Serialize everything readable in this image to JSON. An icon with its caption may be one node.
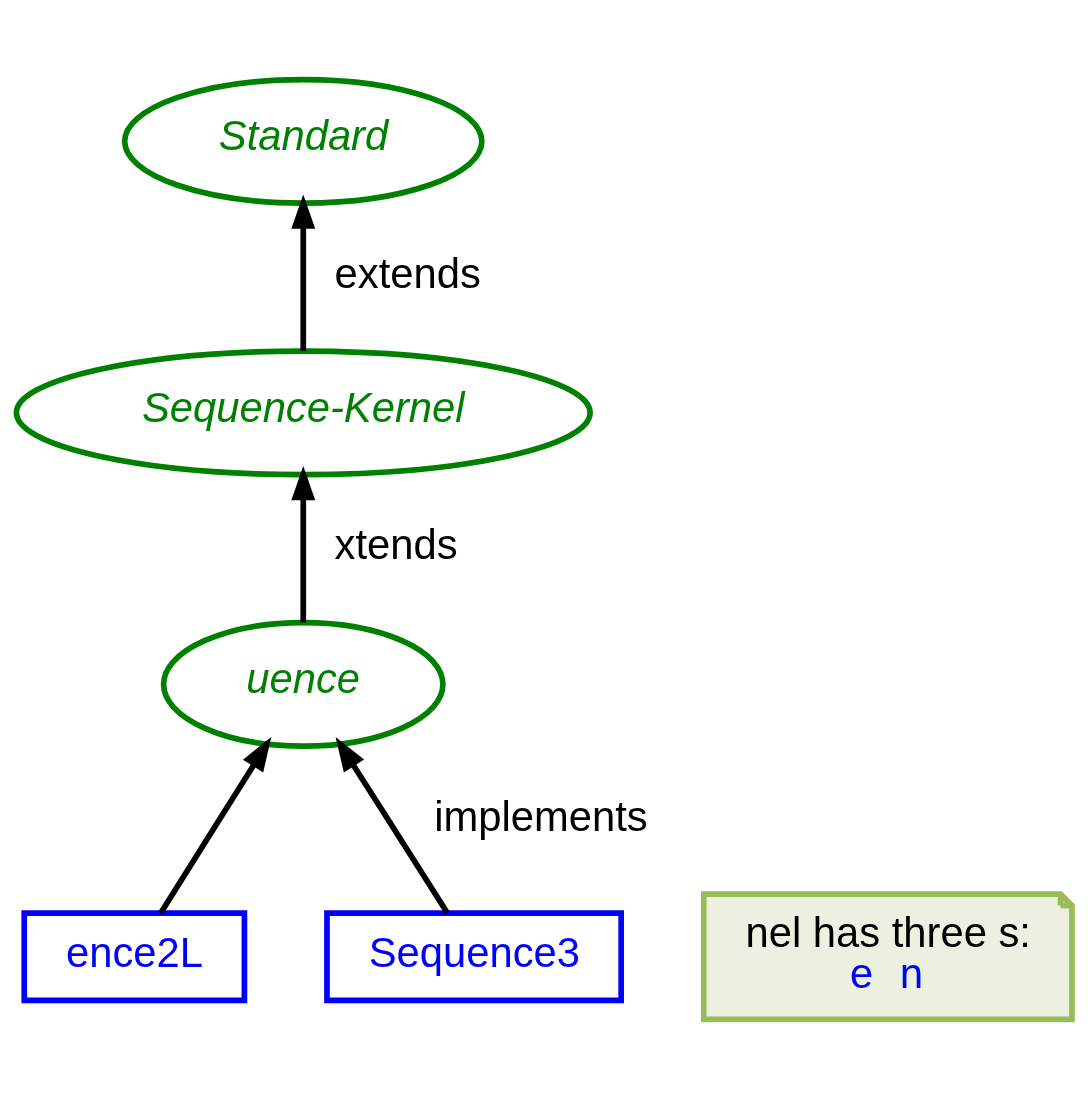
{
  "diagram": {
    "nodes": [
      {
        "text": [
          "Standard"
        ]
      },
      {
        "text": [
          "Sequence-Kernel"
        ]
      },
      {
        "text": [
          "uence"
        ]
      },
      {
        "text": [
          "ence2L"
        ]
      },
      {
        "text": [
          "Sequence3"
        ]
      },
      {
        "text": [
          "nel has three s:",
          "e n"
        ]
      }
    ],
    "edges": [
      {
        "from": 1,
        "to": 0,
        "arrow": "to",
        "label": "extends"
      },
      {
        "from": 2,
        "to": 1,
        "arrow": "to",
        "label": "xtends"
      },
      {
        "from": 3,
        "to": 2,
        "arrow": "to"
      },
      {
        "from": 4,
        "to": 2,
        "arrow": "to",
        "label": "implements"
      }
    ]
  }
}
